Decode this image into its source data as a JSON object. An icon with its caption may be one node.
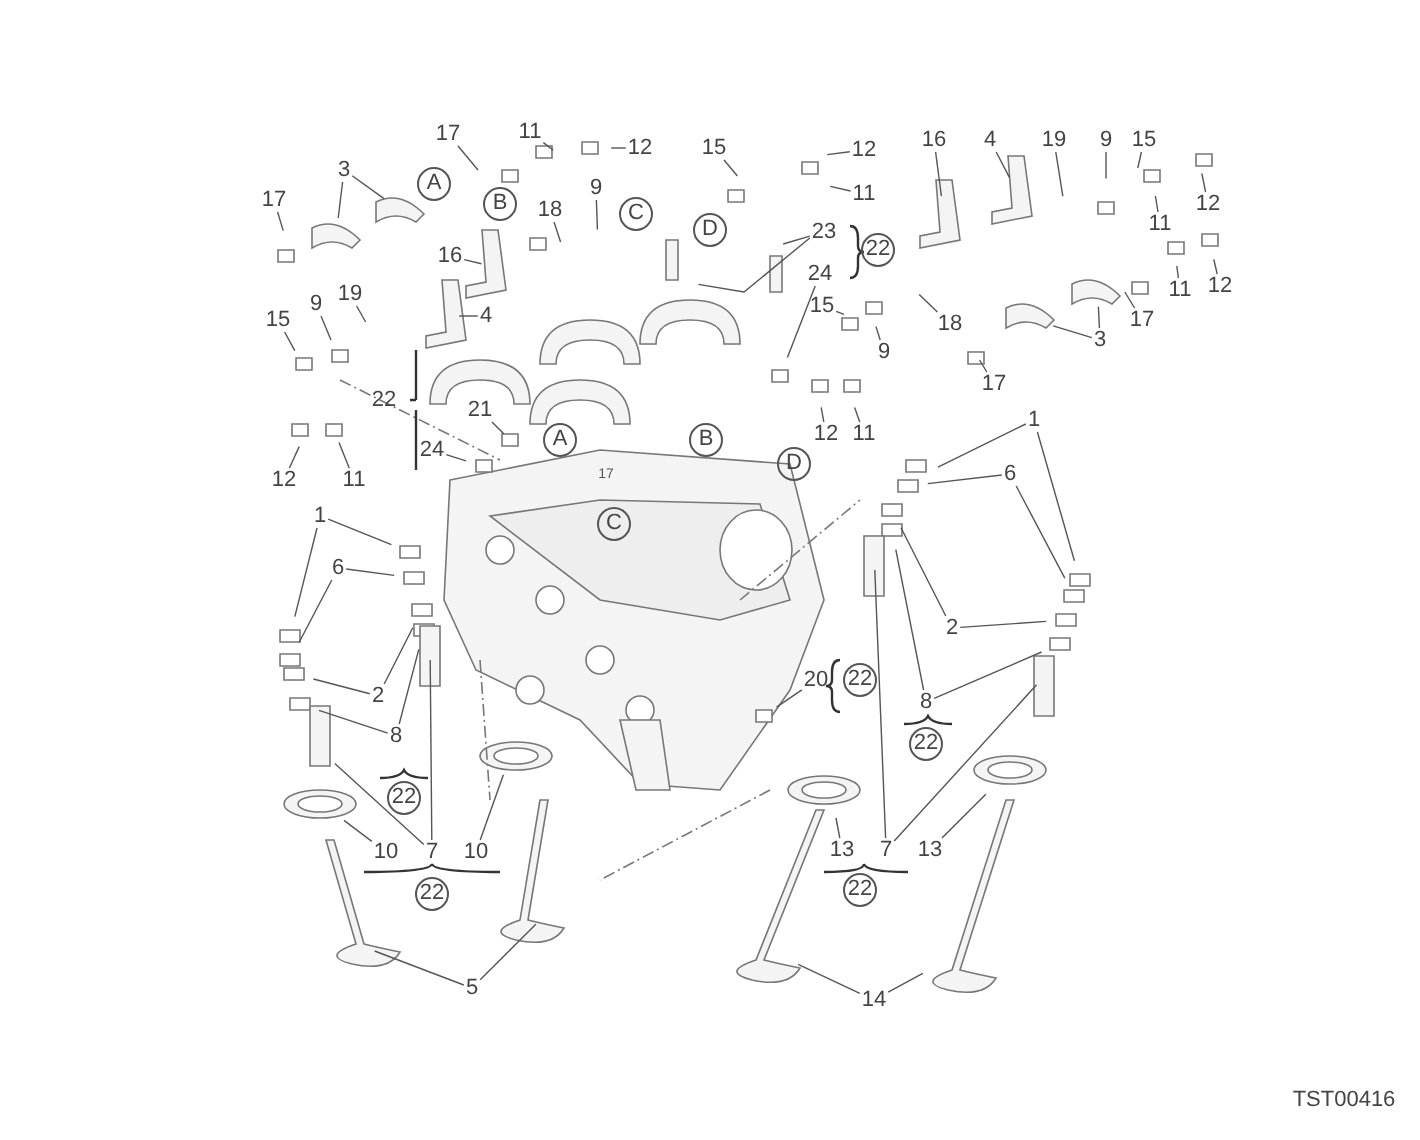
{
  "diagram": {
    "nodes": [
      {
        "text": [
          "17"
        ]
      },
      {
        "text": [
          "11"
        ]
      },
      {
        "text": [
          "12"
        ]
      },
      {
        "text": [
          "15"
        ]
      },
      {
        "text": [
          "12"
        ]
      },
      {
        "text": [
          "16"
        ]
      },
      {
        "text": [
          "4"
        ]
      },
      {
        "text": [
          "19"
        ]
      },
      {
        "text": [
          "9"
        ]
      },
      {
        "text": [
          "15"
        ]
      },
      {
        "text": [
          "3"
        ]
      },
      {
        "text": [
          "17"
        ]
      },
      {
        "text": [
          "11"
        ]
      },
      {
        "text": [
          "12"
        ]
      },
      {
        "text": [
          "9"
        ]
      },
      {
        "text": [
          "18"
        ]
      },
      {
        "text": [
          "11"
        ]
      },
      {
        "text": [
          "23"
        ]
      },
      {
        "text": [
          "15"
        ]
      },
      {
        "text": [
          "9"
        ]
      },
      {
        "text": [
          "19"
        ]
      },
      {
        "text": [
          "4"
        ]
      },
      {
        "text": [
          "16"
        ]
      },
      {
        "text": [
          "24"
        ]
      },
      {
        "text": [
          "12"
        ]
      },
      {
        "text": [
          "11"
        ]
      },
      {
        "text": [
          "3"
        ]
      },
      {
        "text": [
          "15"
        ]
      },
      {
        "text": [
          "17"
        ]
      },
      {
        "text": [
          "18"
        ]
      },
      {
        "text": [
          "9"
        ]
      },
      {
        "text": [
          "17"
        ]
      },
      {
        "text": [
          "21"
        ]
      },
      {
        "text": [
          "12"
        ]
      },
      {
        "text": [
          "11"
        ]
      },
      {
        "text": [
          "24"
        ]
      },
      {
        "text": [
          "12"
        ]
      },
      {
        "text": [
          "11"
        ]
      },
      {
        "text": [
          "1"
        ]
      },
      {
        "text": [
          "6"
        ]
      },
      {
        "text": [
          "1"
        ]
      },
      {
        "text": [
          "6"
        ]
      },
      {
        "text": [
          "2"
        ]
      },
      {
        "text": [
          "2"
        ]
      },
      {
        "text": [
          "20"
        ]
      },
      {
        "text": [
          "8"
        ]
      },
      {
        "text": [
          "8"
        ]
      },
      {
        "text": [
          "13"
        ]
      },
      {
        "text": [
          "7"
        ]
      },
      {
        "text": [
          "13"
        ]
      },
      {
        "text": [
          "10"
        ]
      },
      {
        "text": [
          "7"
        ]
      },
      {
        "text": [
          "10"
        ]
      },
      {
        "text": [
          "14"
        ]
      },
      {
        "text": [
          "5"
        ]
      }
    ],
    "edges": [
      {
        "from": 0,
        "to": null,
        "arrow": "none"
      },
      {
        "from": 1,
        "to": null,
        "arrow": "none"
      },
      {
        "from": 2,
        "to": null,
        "arrow": "none"
      },
      {
        "from": 3,
        "to": null,
        "arrow": "none"
      },
      {
        "from": 4,
        "to": null,
        "arrow": "none"
      },
      {
        "from": 5,
        "to": null,
        "arrow": "none"
      },
      {
        "from": 6,
        "to": null,
        "arrow": "none"
      },
      {
        "from": 7,
        "to": null,
        "arrow": "none"
      },
      {
        "from": 8,
        "to": null,
        "arrow": "none"
      },
      {
        "from": 9,
        "to": null,
        "arrow": "none"
      },
      {
        "from": 10,
        "to": null,
        "arrow": "none"
      },
      {
        "from": 10,
        "to": null,
        "arrow": "none"
      },
      {
        "from": 11,
        "to": null,
        "arrow": "none"
      },
      {
        "from": 12,
        "to": null,
        "arrow": "none"
      },
      {
        "from": 13,
        "to": null,
        "arrow": "none"
      },
      {
        "from": 14,
        "to": null,
        "arrow": "none"
      },
      {
        "from": 15,
        "to": null,
        "arrow": "none"
      },
      {
        "from": 16,
        "to": null,
        "arrow": "none"
      },
      {
        "from": 17,
        "to": null,
        "arrow": "none"
      },
      {
        "from": 17,
        "to": null,
        "arrow": "none"
      },
      {
        "from": 18,
        "to": null,
        "arrow": "none"
      },
      {
        "from": 19,
        "to": null,
        "arrow": "none"
      },
      {
        "from": 20,
        "to": null,
        "arrow": "none"
      },
      {
        "from": 21,
        "to": null,
        "arrow": "none"
      },
      {
        "from": 22,
        "to": null,
        "arrow": "none"
      },
      {
        "from": 23,
        "to": null,
        "arrow": "none"
      },
      {
        "from": 24,
        "to": null,
        "arrow": "none"
      },
      {
        "from": 25,
        "to": null,
        "arrow": "none"
      },
      {
        "from": 26,
        "to": null,
        "arrow": "none"
      },
      {
        "from": 26,
        "to": null,
        "arrow": "none"
      },
      {
        "from": 27,
        "to": null,
        "arrow": "none"
      },
      {
        "from": 28,
        "to": null,
        "arrow": "none"
      },
      {
        "from": 29,
        "to": null,
        "arrow": "none"
      },
      {
        "from": 30,
        "to": null,
        "arrow": "none"
      },
      {
        "from": 31,
        "to": null,
        "arrow": "none"
      },
      {
        "from": 32,
        "to": null,
        "arrow": "none"
      },
      {
        "from": 33,
        "to": null,
        "arrow": "none"
      },
      {
        "from": 34,
        "to": null,
        "arrow": "none"
      },
      {
        "from": 35,
        "to": null,
        "arrow": "none"
      },
      {
        "from": 36,
        "to": null,
        "arrow": "none"
      },
      {
        "from": 37,
        "to": null,
        "arrow": "none"
      },
      {
        "from": 38,
        "to": null,
        "arrow": "none"
      },
      {
        "from": 38,
        "to": null,
        "arrow": "none"
      },
      {
        "from": 39,
        "to": null,
        "arrow": "none"
      },
      {
        "from": 39,
        "to": null,
        "arrow": "none"
      },
      {
        "from": 40,
        "to": null,
        "arrow": "none"
      },
      {
        "from": 40,
        "to": null,
        "arrow": "none"
      },
      {
        "from": 41,
        "to": null,
        "arrow": "none"
      },
      {
        "from": 41,
        "to": null,
        "arrow": "none"
      },
      {
        "from": 42,
        "to": null,
        "arrow": "none"
      },
      {
        "from": 42,
        "to": null,
        "arrow": "none"
      },
      {
        "from": 43,
        "to": null,
        "arrow": "none"
      },
      {
        "from": 43,
        "to": null,
        "arrow": "none"
      },
      {
        "from": 44,
        "to": null,
        "arrow": "none"
      },
      {
        "from": 45,
        "to": null,
        "arrow": "none"
      },
      {
        "from": 45,
        "to": null,
        "arrow": "none"
      },
      {
        "from": 46,
        "to": null,
        "arrow": "none"
      },
      {
        "from": 46,
        "to": null,
        "arrow": "none"
      },
      {
        "from": 47,
        "to": null,
        "arrow": "none"
      },
      {
        "from": 48,
        "to": null,
        "arrow": "none"
      },
      {
        "from": 48,
        "to": null,
        "arrow": "none"
      },
      {
        "from": 49,
        "to": null,
        "arrow": "none"
      },
      {
        "from": 50,
        "to": null,
        "arrow": "none"
      },
      {
        "from": 51,
        "to": null,
        "arrow": "none"
      },
      {
        "from": 51,
        "to": null,
        "arrow": "none"
      },
      {
        "from": 52,
        "to": null,
        "arrow": "none"
      },
      {
        "from": 53,
        "to": null,
        "arrow": "none"
      },
      {
        "from": 53,
        "to": null,
        "arrow": "none"
      },
      {
        "from": 54,
        "to": null,
        "arrow": "none"
      },
      {
        "from": 54,
        "to": null,
        "arrow": "none"
      }
    ],
    "labels": [
      "A",
      "B",
      "C",
      "D",
      "22",
      "22",
      "A",
      "B",
      "D",
      "17",
      "C",
      "22",
      "22",
      "22",
      "22",
      "22",
      "TST00416"
    ]
  }
}
